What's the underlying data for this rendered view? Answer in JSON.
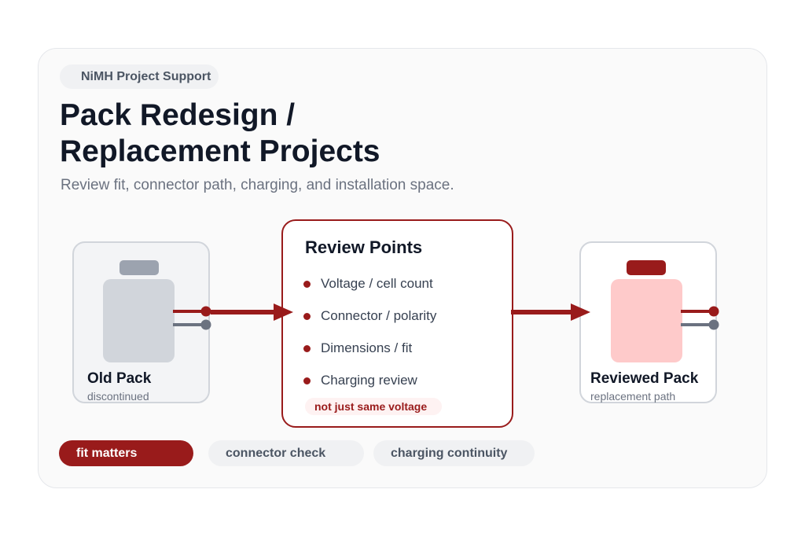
{
  "header": {
    "badge": "NiMH Project Support",
    "title_line1": "Pack Redesign /",
    "title_line2": "Replacement Projects",
    "subtitle": "Review fit, connector path, charging, and installation space."
  },
  "old_pack": {
    "label": "Old Pack",
    "sub": "discontinued"
  },
  "new_pack": {
    "label": "Reviewed Pack",
    "sub": "replacement path"
  },
  "review": {
    "title": "Review Points",
    "items": [
      "Voltage / cell count",
      "Connector / polarity",
      "Dimensions / fit",
      "Charging review"
    ],
    "note": "not just same voltage"
  },
  "chips": {
    "chip1": "fit matters",
    "chip2": "connector check",
    "chip3": "charging continuity"
  },
  "colors": {
    "accent": "#991b1b",
    "neutral_wire": "#6b7280",
    "old_pack_fill": "#d1d5db",
    "new_pack_fill": "#fecaca"
  },
  "icons": {
    "battery_old": "battery-icon",
    "battery_new": "battery-icon",
    "arrow": "arrow-right-icon"
  }
}
